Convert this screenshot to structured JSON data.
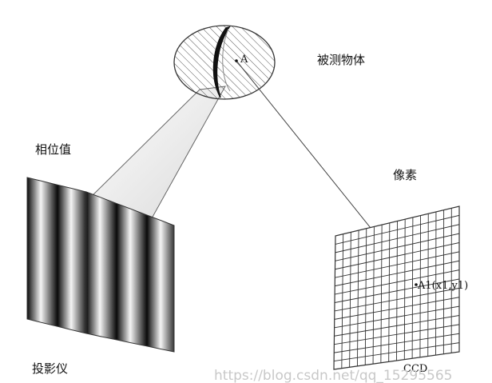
{
  "labels": {
    "object": "被测物体",
    "point_a": "A",
    "phase": "相位值",
    "pixel": "像素",
    "point_a1": "A1(x1,y1)",
    "projector": "投影仪",
    "ccd": "CCD"
  },
  "watermark": "https://blog.csdn.net/qq_15295565",
  "colors": {
    "line": "#333333",
    "hatch": "#555555",
    "background": "#ffffff"
  }
}
